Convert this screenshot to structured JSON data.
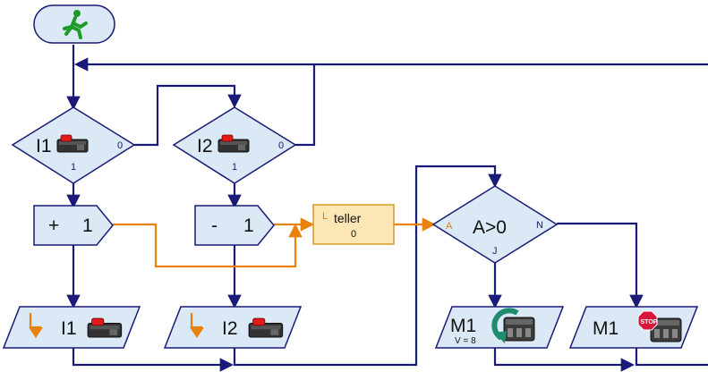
{
  "start": {
    "icon": "green-walking-man-icon"
  },
  "branch_i1": {
    "label": "I1",
    "port_no": "0",
    "port_yes": "1",
    "icon": "pushbutton-switch-icon"
  },
  "branch_i2": {
    "label": "I2",
    "port_no": "0",
    "port_yes": "1",
    "icon": "pushbutton-switch-icon"
  },
  "op_plus": {
    "sign": "+",
    "value": "1"
  },
  "op_minus": {
    "sign": "-",
    "value": "1"
  },
  "variable": {
    "prefix": "L",
    "name": "teller",
    "value": "0"
  },
  "compare": {
    "input": "A",
    "expr": "A>0",
    "port_no": "N",
    "port_yes": "J"
  },
  "wait_i1": {
    "label": "I1",
    "icon": "pushbutton-switch-icon"
  },
  "wait_i2": {
    "label": "I2",
    "icon": "pushbutton-switch-icon"
  },
  "motor_run": {
    "label": "M1",
    "speed": "V = 8",
    "icon": "motor-rotate-icon"
  },
  "motor_stop": {
    "label": "M1",
    "icon": "motor-stop-icon",
    "stop_text": "STOP"
  },
  "colors": {
    "block_fill": "#dbe9f7",
    "flow_line": "#1a1a78",
    "data_line": "#e8820c",
    "var_fill": "#fbe6b4",
    "stop_red": "#d8183a",
    "start_green": "#1c9a2a"
  }
}
